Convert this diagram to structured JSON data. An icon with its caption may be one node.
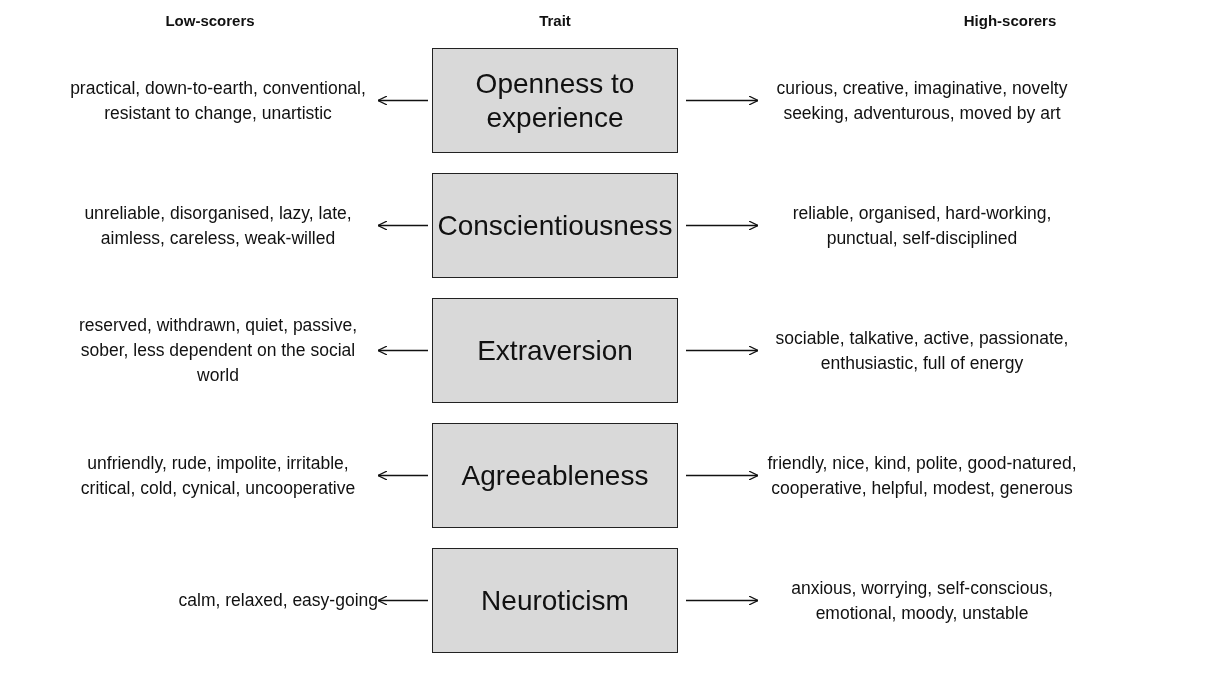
{
  "diagram": {
    "nodes": [
      {
        "text": [
          "practical, down-to-earth, conventional, resistant to change, unartistic"
        ]
      },
      {
        "text": [
          "Openness to experience"
        ]
      },
      {
        "text": [
          "curious, creative, imaginative, novelty seeking, adventurous, moved by art"
        ]
      },
      {
        "text": [
          "unreliable, disorganised, lazy, late, aimless, careless, weak-willed"
        ]
      },
      {
        "text": [
          "Conscientiousness"
        ]
      },
      {
        "text": [
          "reliable, organised, hard-working, punctual, self-disciplined"
        ]
      },
      {
        "text": [
          "reserved, withdrawn, quiet, passive, sober, less dependent on the social world"
        ]
      },
      {
        "text": [
          "Extraversion"
        ]
      },
      {
        "text": [
          "sociable, talkative, active, passionate, enthusiastic, full of energy"
        ]
      },
      {
        "text": [
          "unfriendly, rude, impolite, irritable, critical, cold, cynical, uncooperative"
        ]
      },
      {
        "text": [
          "Agreeableness"
        ]
      },
      {
        "text": [
          "friendly, nice, kind, polite, good-natured, cooperative, helpful, modest, generous"
        ]
      },
      {
        "text": [
          "calm, relaxed, easy-going"
        ]
      },
      {
        "text": [
          "Neuroticism"
        ]
      },
      {
        "text": [
          "anxious, worrying, self-conscious, emotional, moody, unstable"
        ]
      }
    ],
    "edges": [
      {
        "from": 1,
        "to": 0,
        "arrow": "to"
      },
      {
        "from": 1,
        "to": 2,
        "arrow": "to"
      },
      {
        "from": 4,
        "to": 3,
        "arrow": "to"
      },
      {
        "from": 4,
        "to": 5,
        "arrow": "to"
      },
      {
        "from": 7,
        "to": 6,
        "arrow": "to"
      },
      {
        "from": 7,
        "to": 8,
        "arrow": "to"
      },
      {
        "from": 10,
        "to": 9,
        "arrow": "to"
      },
      {
        "from": 10,
        "to": 11,
        "arrow": "to"
      },
      {
        "from": 13,
        "to": 12,
        "arrow": "to"
      },
      {
        "from": 13,
        "to": 14,
        "arrow": "to"
      }
    ],
    "labels": [
      "Low-scorers",
      "Trait",
      "High-scorers"
    ]
  }
}
